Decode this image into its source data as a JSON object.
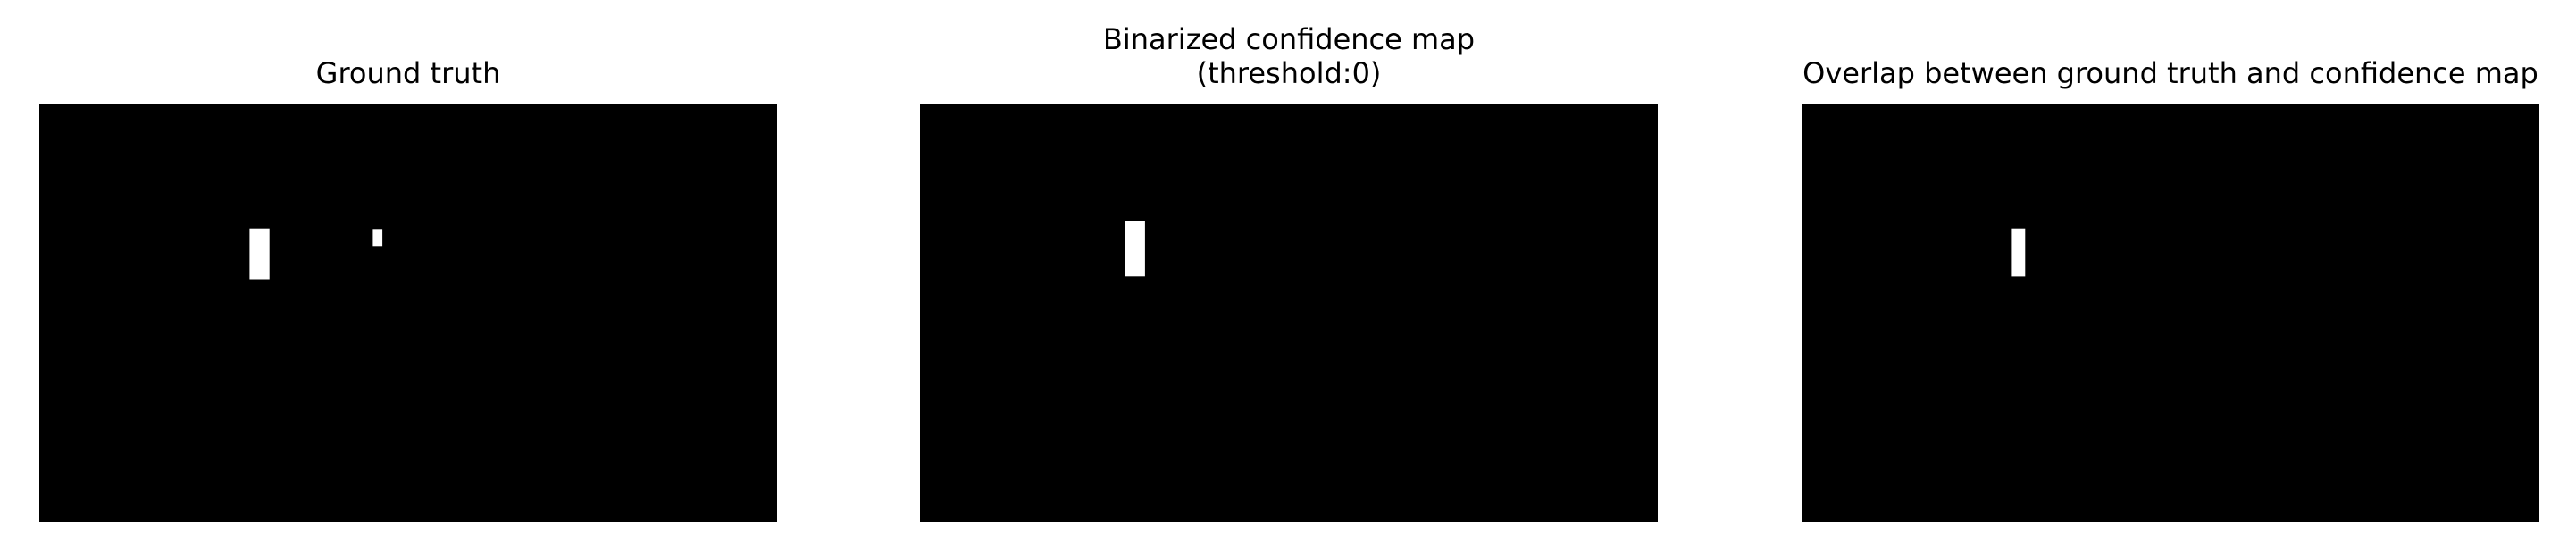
{
  "chart_data": [
    {
      "type": "heatmap",
      "title": "Ground truth",
      "colormap": "gray",
      "background": "#000000",
      "foreground": "#ffffff",
      "axes_visible": false,
      "regions": [
        {
          "x": [
            28.5,
            31.2
          ],
          "y": [
            16.8,
            23.8
          ]
        },
        {
          "x": [
            45.2,
            46.5
          ],
          "y": [
            17.0,
            19.3
          ]
        }
      ]
    },
    {
      "type": "heatmap",
      "title_lines": [
        "Binarized confidence map",
        "(threshold:0)"
      ],
      "colormap": "gray",
      "background": "#000000",
      "foreground": "#ffffff",
      "axes_visible": false,
      "regions": [
        {
          "x": [
            27.8,
            30.5
          ],
          "y": [
            15.8,
            23.3
          ]
        }
      ]
    },
    {
      "type": "heatmap",
      "title": "Overlap between ground truth and confidence map",
      "colormap": "gray",
      "background": "#000000",
      "foreground": "#ffffff",
      "axes_visible": false,
      "regions": [
        {
          "x": [
            28.5,
            30.3
          ],
          "y": [
            16.8,
            23.3
          ]
        }
      ]
    }
  ]
}
